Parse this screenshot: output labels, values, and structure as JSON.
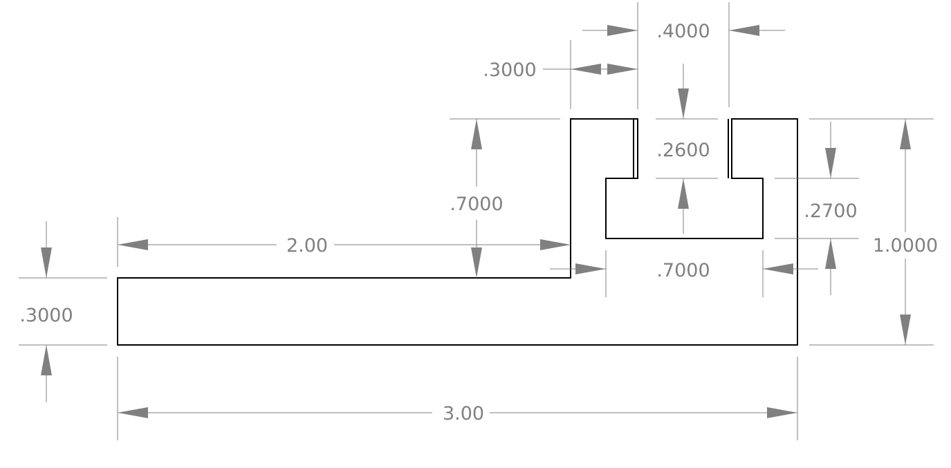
{
  "colors": {
    "outline": "#000000",
    "dimension": "#808080",
    "background": "#ffffff"
  },
  "dimensions": {
    "top_gap_width": ".4000",
    "left_wall_width": ".3000",
    "slot_opening_depth": ".2600",
    "left_wall_height": ".7000",
    "overall_length": "2.00",
    "slot_depth": ".2700",
    "overall_height": "1.0000",
    "slot_width": ".7000",
    "base_thickness": ".3000",
    "base_length": "3.00"
  }
}
